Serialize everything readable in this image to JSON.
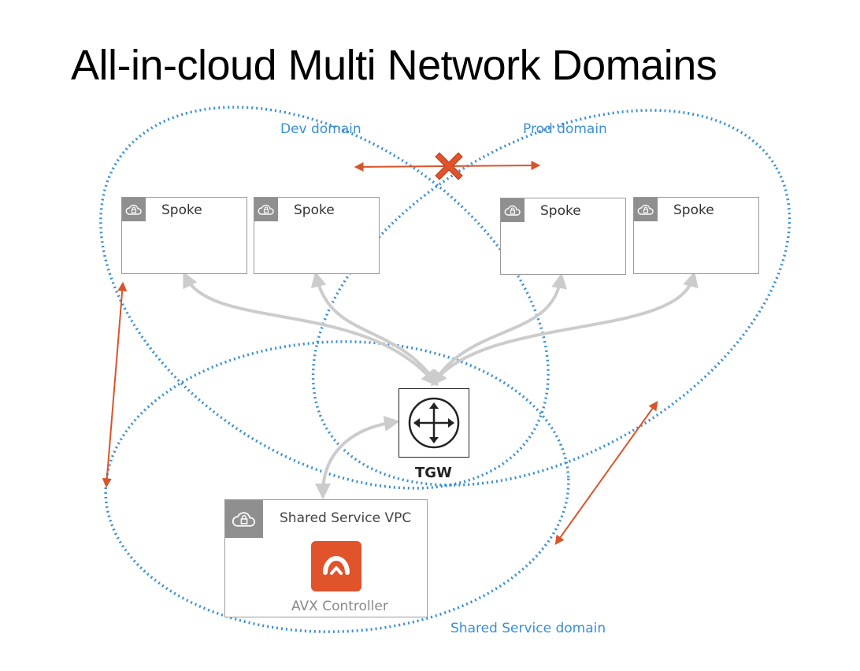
{
  "title": "All-in-cloud Multi Network Domains",
  "domains": {
    "dev": "Dev domain",
    "prod": "Prod domain",
    "shared": "Shared Service domain"
  },
  "spokes": [
    {
      "label": "Spoke"
    },
    {
      "label": "Spoke"
    },
    {
      "label": "Spoke"
    },
    {
      "label": "Spoke"
    }
  ],
  "tgw": {
    "label": "TGW"
  },
  "shared_vpc": {
    "label": "Shared Service VPC",
    "controller_label": "AVX Controller"
  },
  "colors": {
    "domain_outline": "#3a8fd6",
    "connector": "#cccccc",
    "cross_link": "#d9542b",
    "badge": "#8f8f8f",
    "avx": "#e0532b"
  },
  "icons": {
    "vpc_badge": "cloud-lock-icon",
    "tgw": "router-arrows-icon",
    "blocked": "x-mark-icon",
    "controller": "aviatrix-logo-icon"
  }
}
